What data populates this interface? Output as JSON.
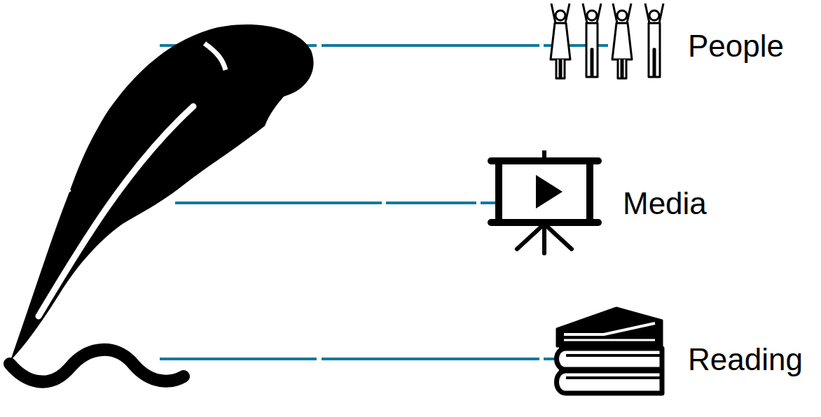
{
  "diagram": {
    "labels": [
      "People",
      "Media",
      "Reading"
    ]
  }
}
